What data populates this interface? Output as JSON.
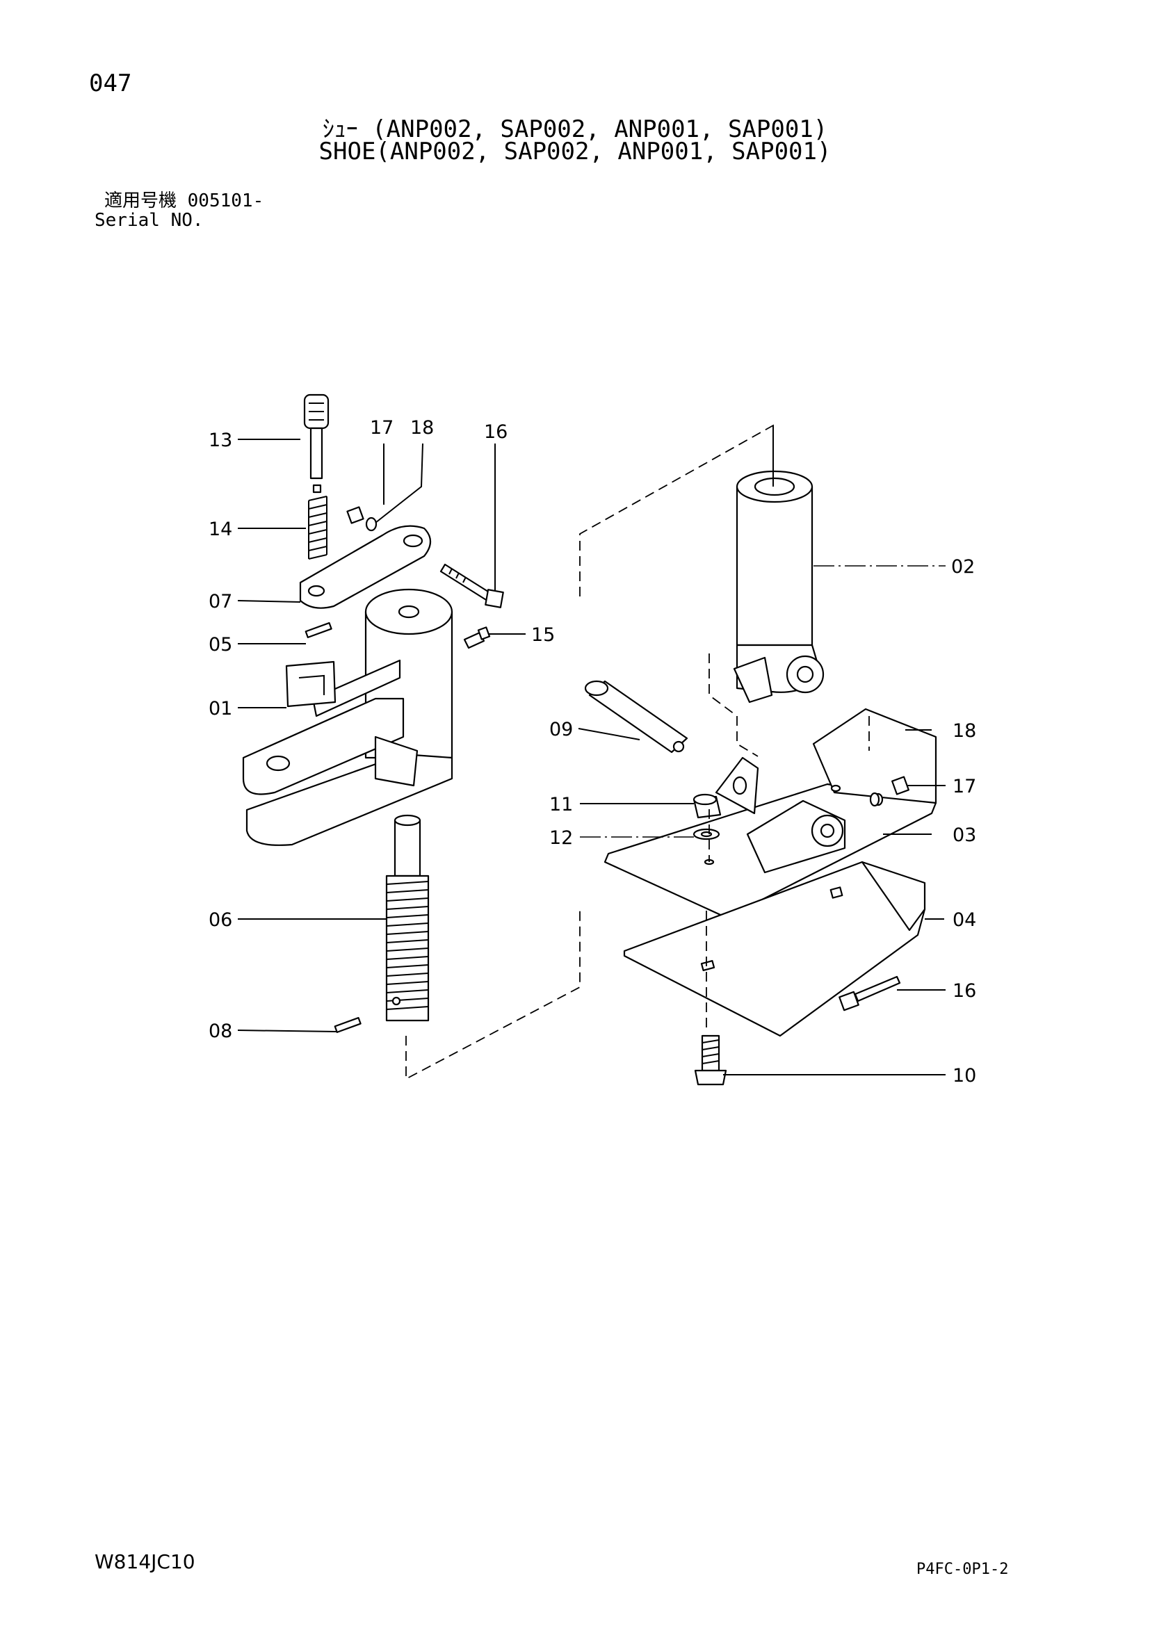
{
  "page_number": "047",
  "title_jp": "ｼｭｰ (ANP002, SAP002, ANP001, SAP001)",
  "title_en": "SHOE(ANP002, SAP002, ANP001, SAP001)",
  "serial_jp": "適用号機 005101-",
  "serial_en": "Serial NO.",
  "footer_left": "W814JC10",
  "footer_right": "P4FC-0P1-2",
  "callouts": {
    "c13": "13",
    "c17a": "17",
    "c18a": "18",
    "c16a": "16",
    "c14": "14",
    "c07": "07",
    "c05": "05",
    "c15": "15",
    "c01": "01",
    "c06": "06",
    "c08": "08",
    "c02": "02",
    "c09": "09",
    "c18b": "18",
    "c17b": "17",
    "c11": "11",
    "c12": "12",
    "c03": "03",
    "c04": "04",
    "c16b": "16",
    "c10": "10"
  }
}
